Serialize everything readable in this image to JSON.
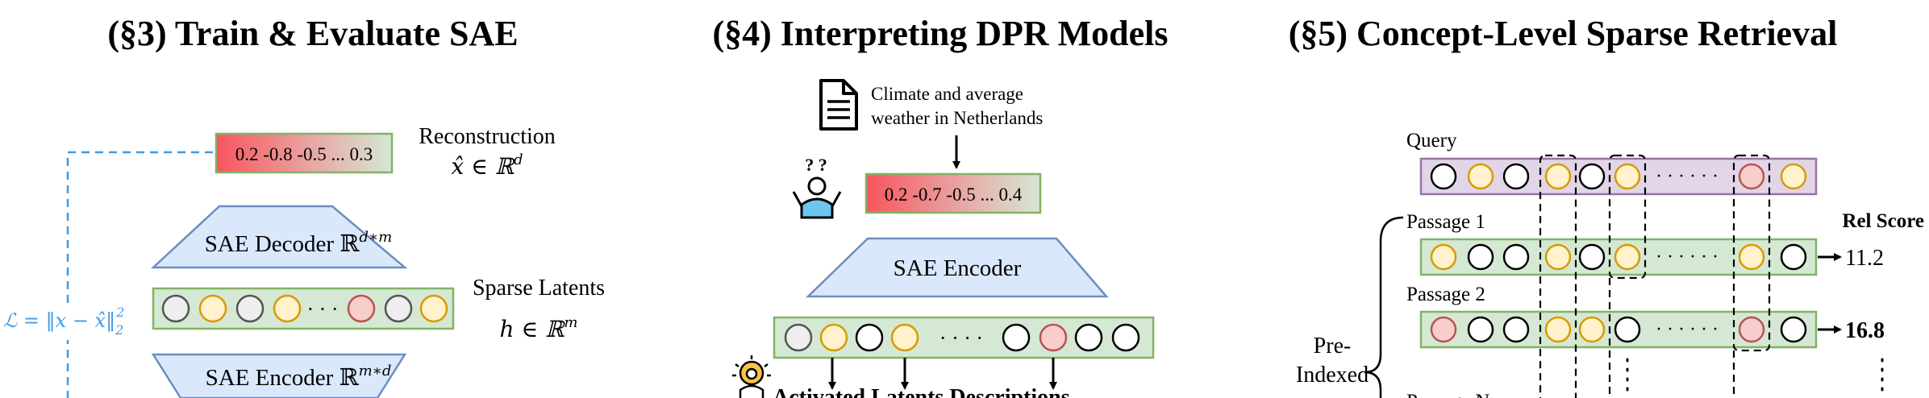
{
  "sections": {
    "s3": {
      "title": "(§3) Train & Evaluate SAE"
    },
    "s4": {
      "title": "(§4) Interpreting DPR Models"
    },
    "s5": {
      "title": "(§5) Concept-Level Sparse Retrieval"
    }
  },
  "s3": {
    "reconstruction_values": "0.2 -0.8 -0.5 ... 0.3",
    "reconstruction_label": "Reconstruction",
    "reconstruction_math": "x̂ ∈ ℝ",
    "reconstruction_math_sup": "d",
    "decoder_label": "SAE Decoder ℝ",
    "decoder_sup": "d∗m",
    "sparse_label": "Sparse Latents",
    "sparse_math": "h ∈ ℝ",
    "sparse_math_sup": "m",
    "encoder_label": "SAE Encoder ℝ",
    "encoder_sup": "m∗d",
    "loss_math": "ℒ = ‖x − x̂‖",
    "loss_sup": "2",
    "loss_sub": "2",
    "latent_dots": "· · ·"
  },
  "s4": {
    "doc_text_line1": "Climate and average",
    "doc_text_line2": "weather in Netherlands",
    "vector_values": "0.2  -0.7 -0.5  ... 0.4",
    "thinker_marks": "? ?",
    "encoder_label": "SAE Encoder",
    "latent_dots": "· · · ·",
    "descriptions_label": "Activated Latents Descriptions"
  },
  "s5": {
    "query_label": "Query",
    "passage1_label": "Passage 1",
    "passage2_label": "Passage 2",
    "passageN_label": "Passage N",
    "rel_score_header": "Rel Score",
    "score1": "11.2",
    "score2": "16.8",
    "pre_indexed_line1": "Pre-",
    "pre_indexed_line2": "Indexed",
    "row_dots": "· · · · · ·"
  },
  "colors": {
    "green_fill": "#d5e8d4",
    "green_stroke": "#82b366",
    "blue_fill": "#dae8fc",
    "blue_stroke": "#6c8ebf",
    "purple_fill": "#e1d5e7",
    "purple_stroke": "#9673a6",
    "yellow_fill": "#fff2cc",
    "yellow_stroke": "#d79b00",
    "red_fill": "#f8cecc",
    "red_stroke": "#b85450",
    "loss_blue": "#3d9be9"
  }
}
